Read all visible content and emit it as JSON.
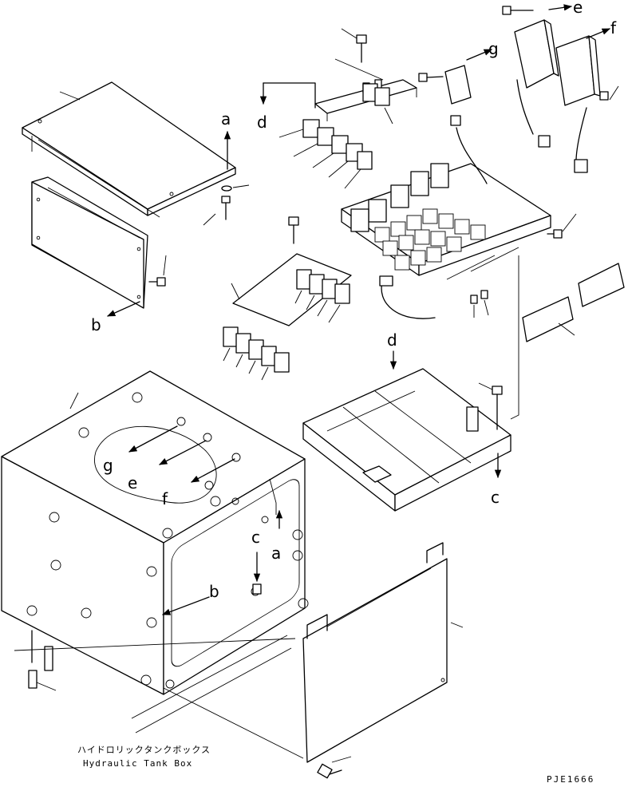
{
  "diagram": {
    "caption_jp": "ハイドロリックタンクボックス",
    "caption_en": "Hydraulic Tank Box",
    "drawing_code": "PJE1666",
    "markers": {
      "a": "a",
      "b": "b",
      "c": "c",
      "d": "d",
      "e": "e",
      "f": "f",
      "g": "g"
    }
  }
}
